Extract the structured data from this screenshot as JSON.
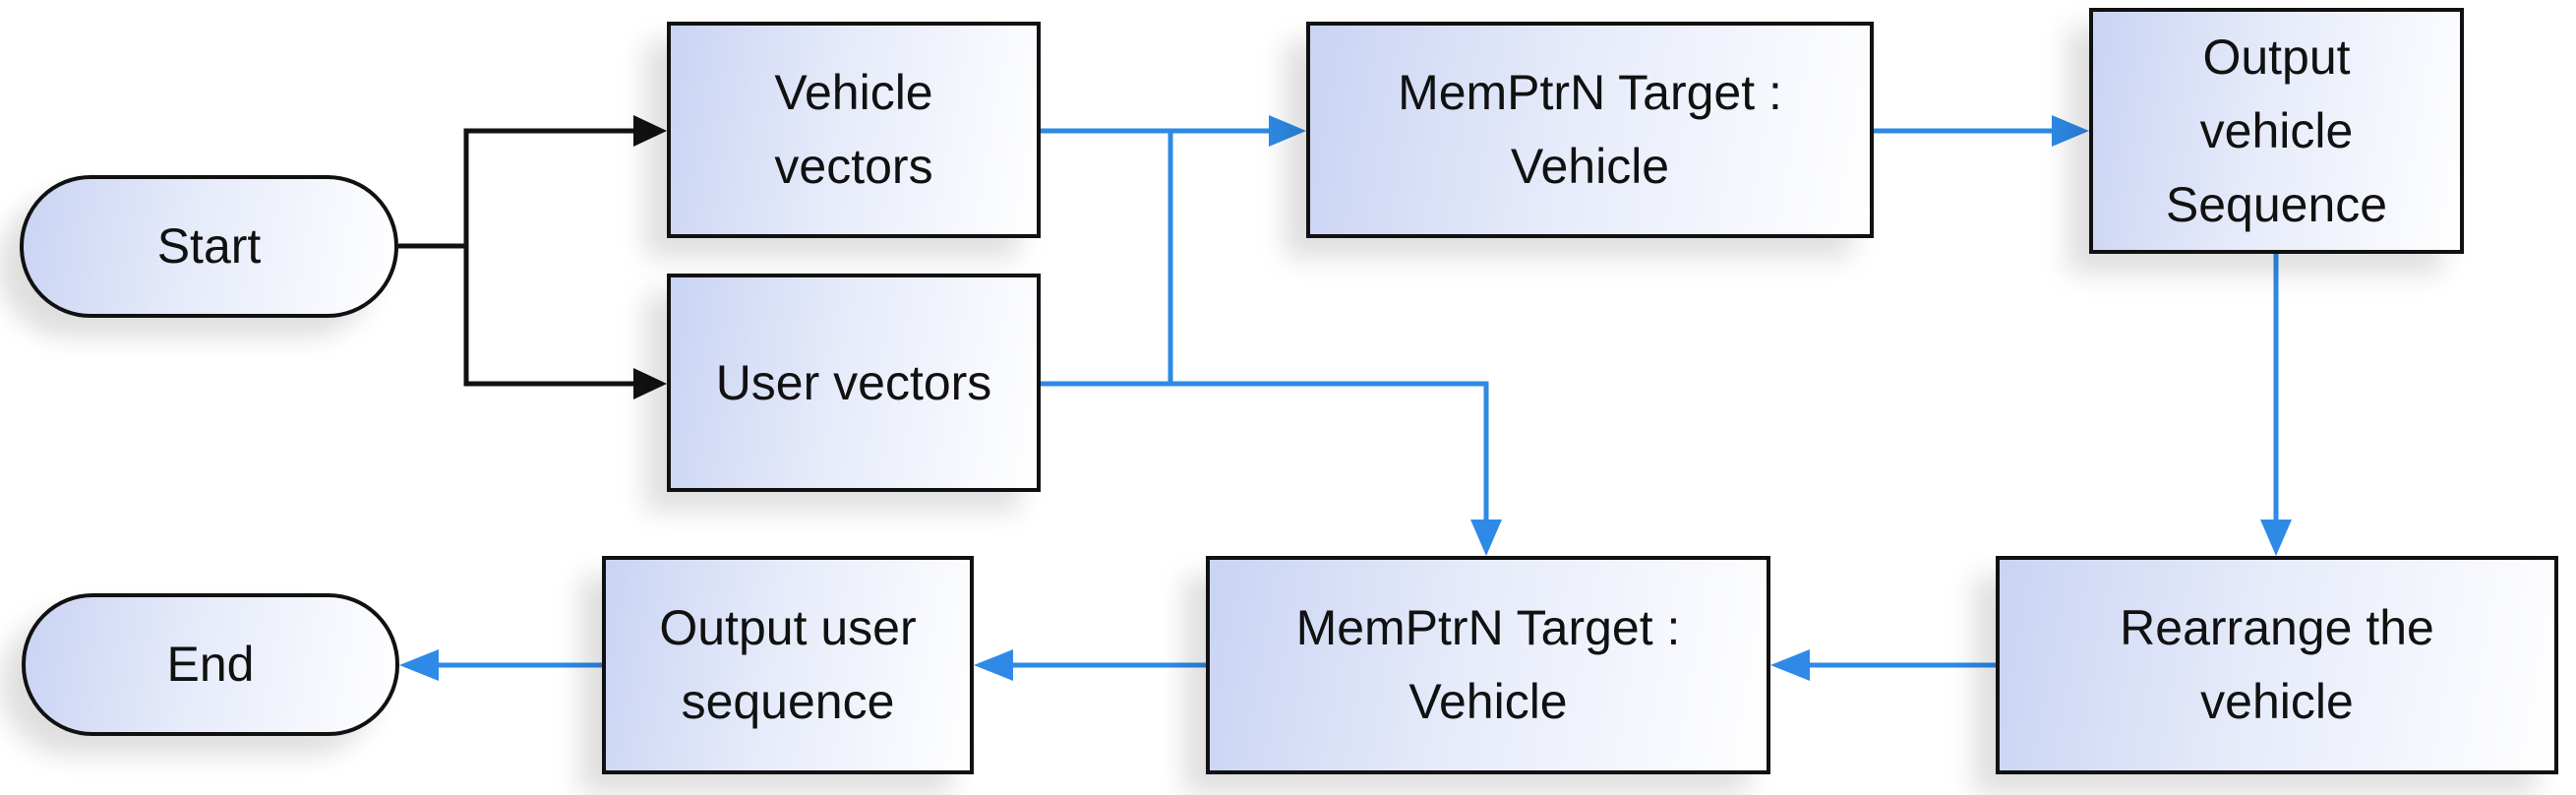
{
  "colors": {
    "flow_black": "#111111",
    "flow_blue": "#2e8ae6",
    "box_fill_start": "#c9d3f3"
  },
  "nodes": {
    "start": "Start",
    "vehicle_vectors": "Vehicle\nvectors",
    "user_vectors": "User vectors",
    "memptr_vehicle_top": "MemPtrN Target :\nVehicle",
    "output_vehicle_sequence": "Output\nvehicle\nSequence",
    "rearrange_vehicle": "Rearrange the\nvehicle",
    "memptr_vehicle_bottom": "MemPtrN Target :\nVehicle",
    "output_user_sequence": "Output user\nsequence",
    "end": "End"
  }
}
